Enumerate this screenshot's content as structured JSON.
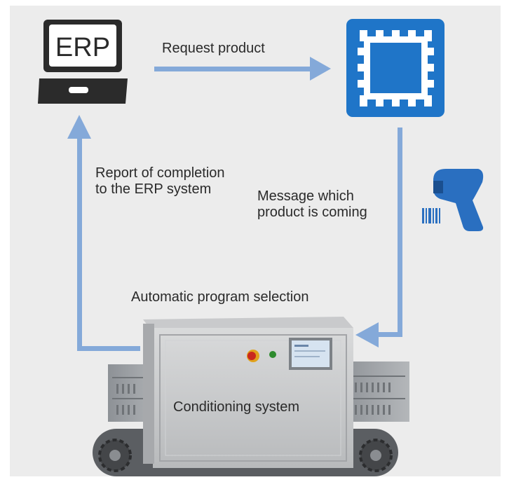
{
  "labels": {
    "erp_screen": "ERP",
    "request_product": "Request product",
    "report_line1": "Report of completion",
    "report_line2": "to the ERP system",
    "message_line1": "Message which",
    "message_line2": "product is coming",
    "automatic_program": "Automatic program selection",
    "conditioning_system": "Conditioning system"
  },
  "icons": {
    "erp": "erp-computer-icon",
    "controller": "microchip-icon",
    "scanner": "barcode-scanner-icon",
    "machine": "conditioning-machine-illustration"
  },
  "colors": {
    "background": "#ececec",
    "arrow": "#84a9d9",
    "chip_blue": "#1f75c8",
    "scanner_blue": "#2a6fc0"
  }
}
